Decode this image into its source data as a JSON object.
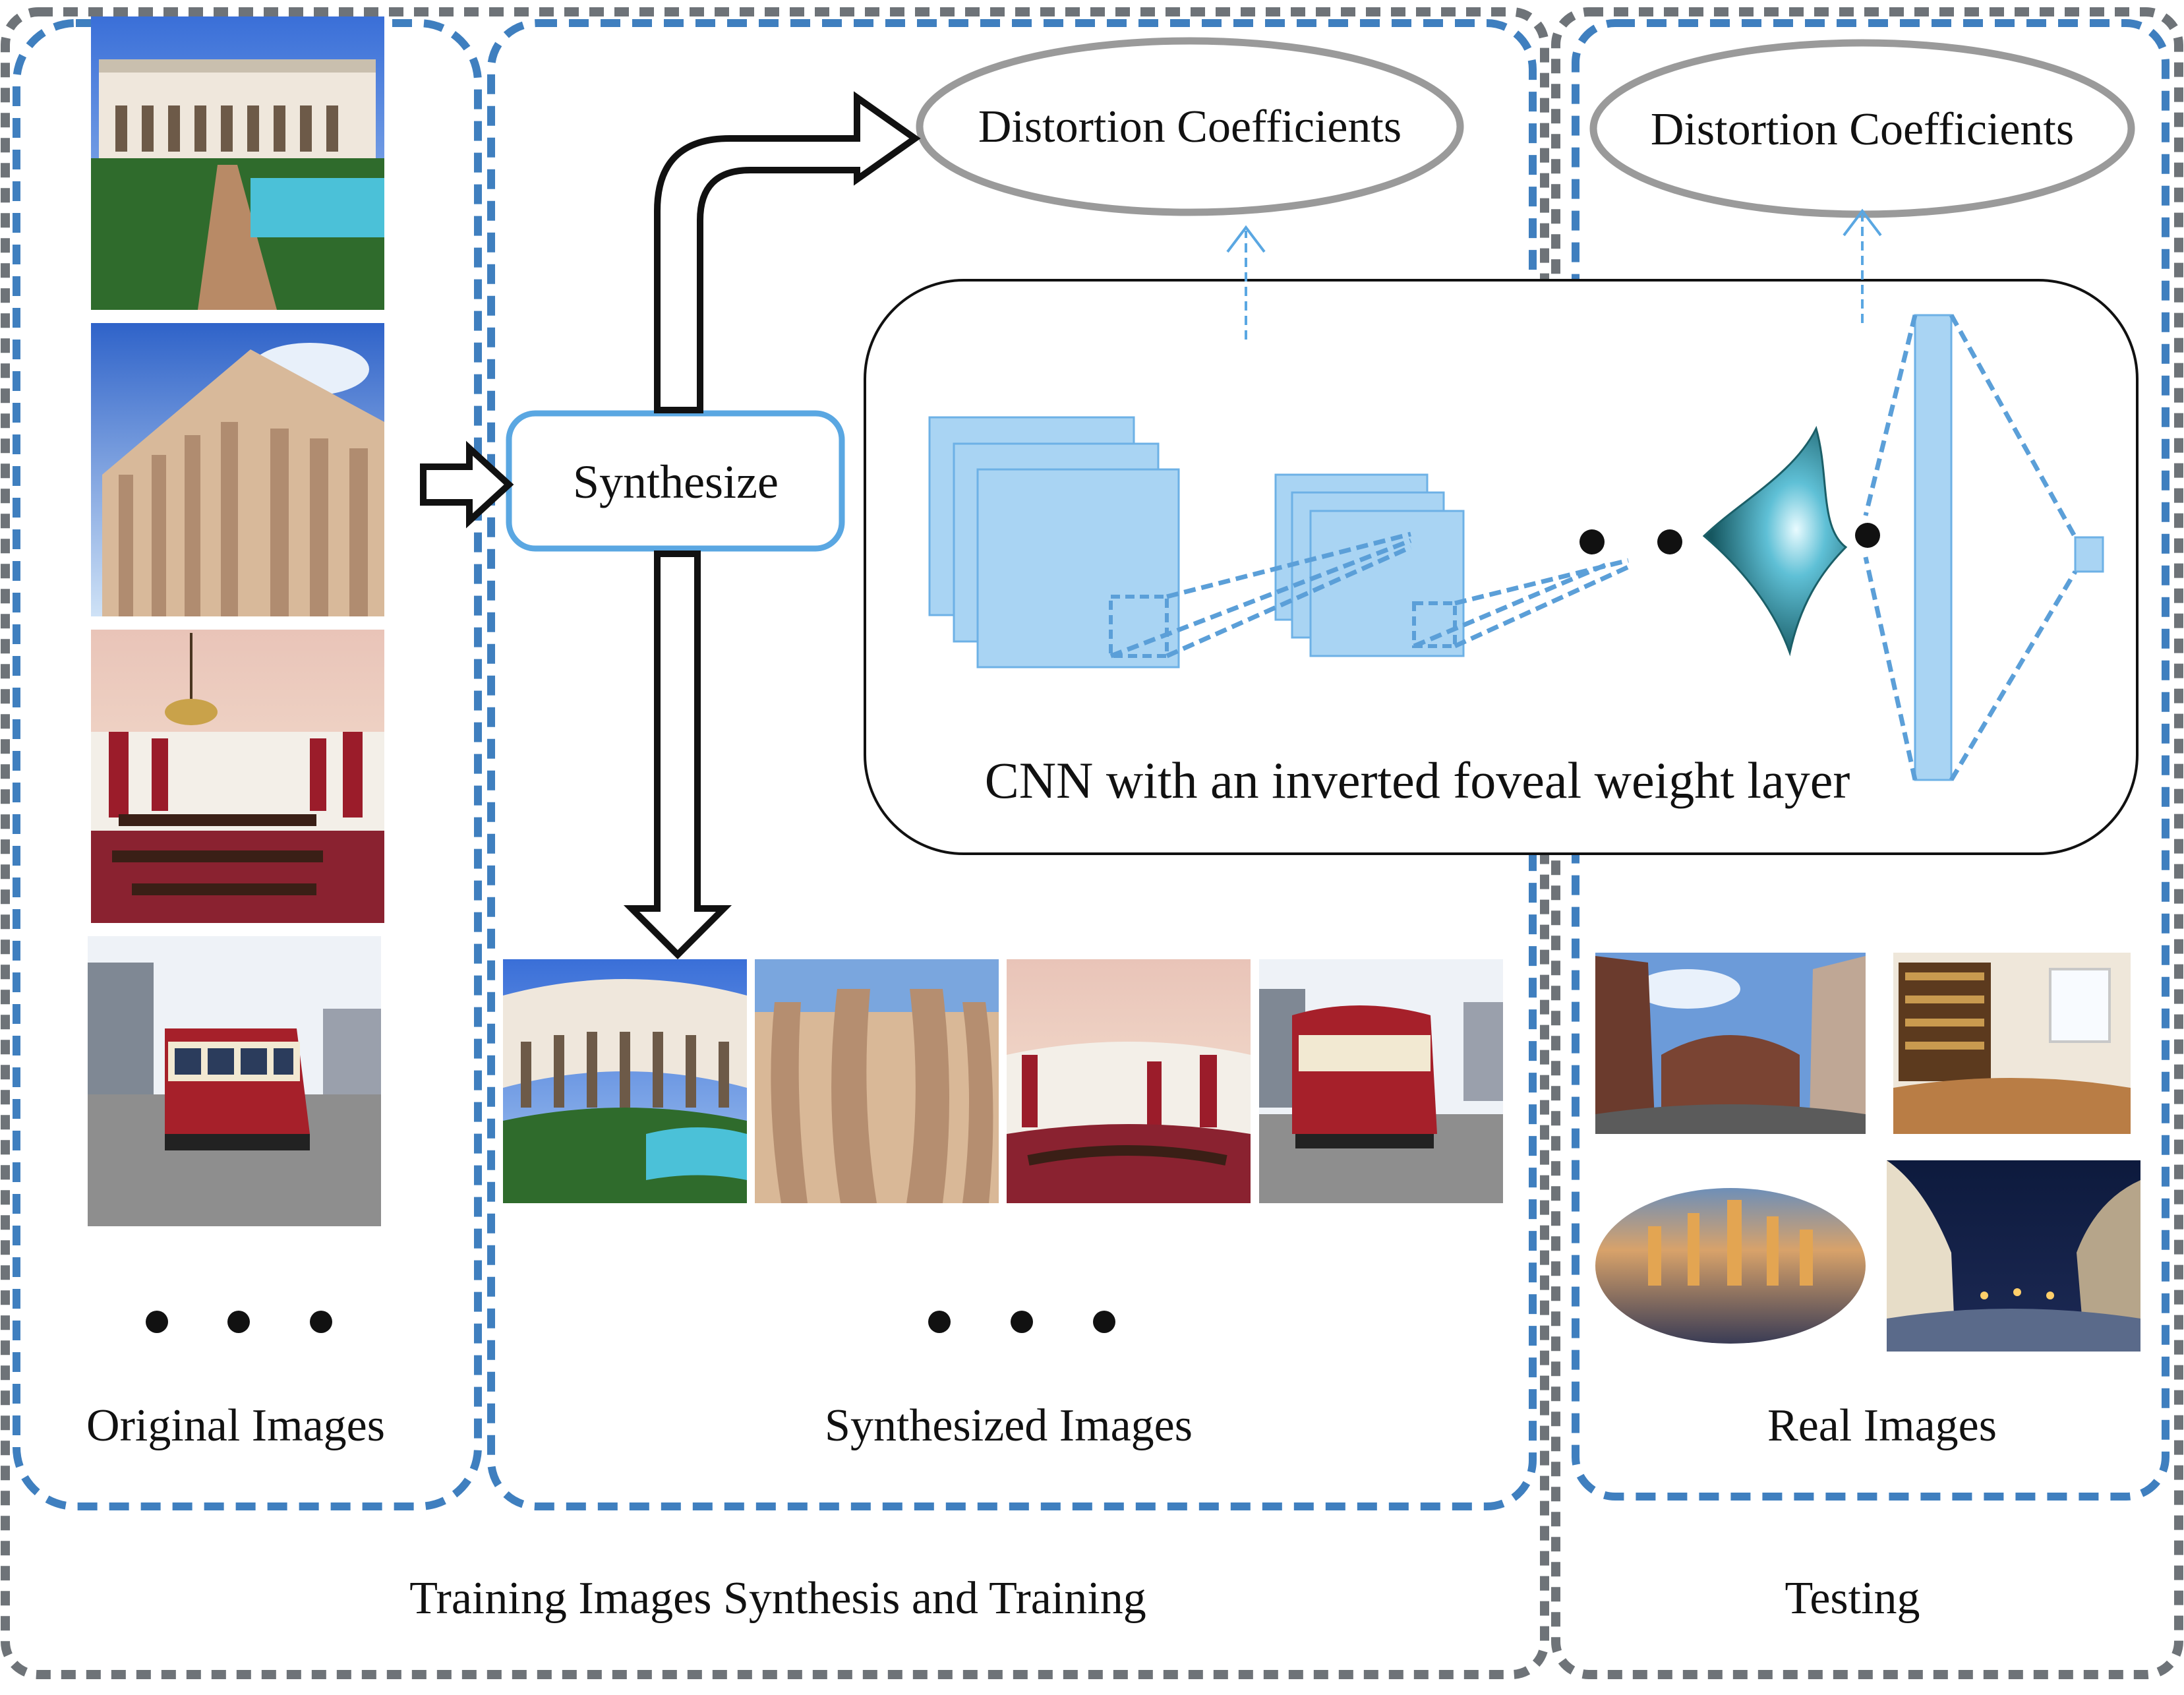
{
  "synthesize_label": "Synthesize",
  "coefficients_train_label": "Distortion Coefficients",
  "coefficients_test_label": "Distortion Coefficients",
  "cnn_label": "CNN with an inverted foveal weight layer",
  "original_images_label": "Original Images",
  "synthesized_images_label": "Synthesized Images",
  "real_images_label": "Real Images",
  "training_label": "Training Images Synthesis and Training",
  "testing_label": "Testing",
  "colors": {
    "dashed_blue": "#3f7fbf",
    "dashed_gray": "#6e7378",
    "layer_fill": "#a9d4f3",
    "layer_stroke": "#6db1e6",
    "synth_box_stroke": "#5aa7e2",
    "ellipse_stroke": "#9a9a9a"
  },
  "icons": {
    "ellipsis": "dot-ellipsis",
    "foveal": "foveal-weight-layer-shape"
  }
}
